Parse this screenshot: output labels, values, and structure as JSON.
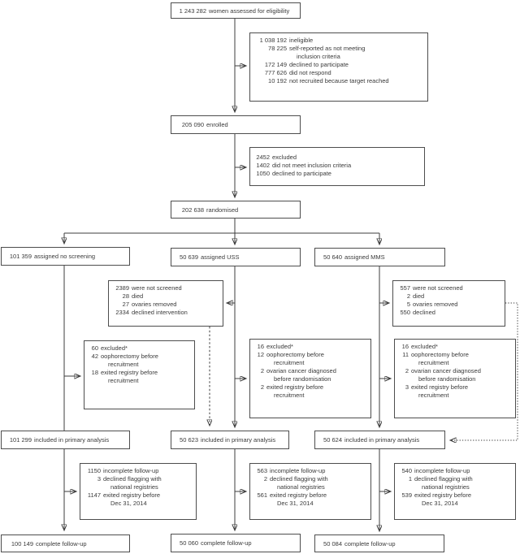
{
  "boxes": {
    "assessed": {
      "lines": [
        {
          "n": "1 243 282",
          "t": "women assessed for eligibility"
        }
      ]
    },
    "ineligible": {
      "lines": [
        {
          "n": "1 038 192",
          "t": "ineligible"
        },
        {
          "n": "78 225",
          "t": "self-reported as not meeting"
        },
        {
          "n": "",
          "t": "inclusion criteria",
          "c": 1
        },
        {
          "n": "172 149",
          "t": "declined to participate"
        },
        {
          "n": "777 626",
          "t": "did not respond"
        },
        {
          "n": "10 192",
          "t": "not recruited because target reached"
        }
      ]
    },
    "enrolled": {
      "lines": [
        {
          "n": "205 090",
          "t": "enrolled"
        }
      ]
    },
    "excluded_enrolled": {
      "lines": [
        {
          "n": "2452",
          "t": "excluded"
        },
        {
          "n": "1402",
          "t": "did not meet inclusion criteria"
        },
        {
          "n": "1050",
          "t": "declined to participate"
        }
      ]
    },
    "randomised": {
      "lines": [
        {
          "n": "202 638",
          "t": "randomised"
        }
      ]
    },
    "arm_none": {
      "lines": [
        {
          "n": "101 359",
          "t": "assigned no screening"
        }
      ]
    },
    "arm_uss": {
      "lines": [
        {
          "n": "50 639",
          "t": "assigned USS"
        }
      ]
    },
    "arm_mms": {
      "lines": [
        {
          "n": "50 640",
          "t": "assigned MMS"
        }
      ]
    },
    "notscreened_uss": {
      "lines": [
        {
          "n": "2389",
          "t": "were not screened"
        },
        {
          "n": "28",
          "t": "died"
        },
        {
          "n": "27",
          "t": "ovaries removed"
        },
        {
          "n": "2334",
          "t": "declined intervention"
        }
      ]
    },
    "notscreened_mms": {
      "lines": [
        {
          "n": "557",
          "t": "were not screened"
        },
        {
          "n": "2",
          "t": "died"
        },
        {
          "n": "5",
          "t": "ovaries removed"
        },
        {
          "n": "550",
          "t": "declined"
        }
      ]
    },
    "excluded_none": {
      "lines": [
        {
          "n": "60",
          "t": "excluded*"
        },
        {
          "n": "42",
          "t": "oophorectomy before"
        },
        {
          "n": "",
          "t": "recruitment",
          "c": 1
        },
        {
          "n": "18",
          "t": "exited registry before"
        },
        {
          "n": "",
          "t": "recruitment",
          "c": 1
        }
      ]
    },
    "excluded_uss": {
      "lines": [
        {
          "n": "16",
          "t": "excluded*"
        },
        {
          "n": "12",
          "t": "oophorectomy before"
        },
        {
          "n": "",
          "t": "recruitment",
          "c": 1
        },
        {
          "n": "2",
          "t": "ovarian cancer diagnosed"
        },
        {
          "n": "",
          "t": "before randomisation",
          "c": 1
        },
        {
          "n": "2",
          "t": "exited registry before"
        },
        {
          "n": "",
          "t": "recruitment",
          "c": 1
        }
      ]
    },
    "excluded_mms": {
      "lines": [
        {
          "n": "16",
          "t": "excluded*"
        },
        {
          "n": "11",
          "t": "oophorectomy before"
        },
        {
          "n": "",
          "t": "recruitment",
          "c": 1
        },
        {
          "n": "2",
          "t": "ovarian cancer diagnosed"
        },
        {
          "n": "",
          "t": "before randomisation",
          "c": 1
        },
        {
          "n": "3",
          "t": "exited registry before"
        },
        {
          "n": "",
          "t": "recruitment",
          "c": 1
        }
      ]
    },
    "included_none": {
      "lines": [
        {
          "n": "101 299",
          "t": "included in primary analysis"
        }
      ]
    },
    "included_uss": {
      "lines": [
        {
          "n": "50 623",
          "t": "included in primary analysis"
        }
      ]
    },
    "included_mms": {
      "lines": [
        {
          "n": "50 624",
          "t": "included in primary analysis"
        }
      ]
    },
    "followup_none": {
      "lines": [
        {
          "n": "1150",
          "t": "incomplete follow-up"
        },
        {
          "n": "3",
          "t": "declined flagging with"
        },
        {
          "n": "",
          "t": "national registries",
          "c": 1
        },
        {
          "n": "1147",
          "t": "exited registry before"
        },
        {
          "n": "",
          "t": "Dec 31, 2014",
          "c": 1
        }
      ]
    },
    "followup_uss": {
      "lines": [
        {
          "n": "563",
          "t": "incomplete follow-up"
        },
        {
          "n": "2",
          "t": "declined flagging with"
        },
        {
          "n": "",
          "t": "national registries",
          "c": 1
        },
        {
          "n": "561",
          "t": "exited registry before"
        },
        {
          "n": "",
          "t": "Dec 31, 2014",
          "c": 1
        }
      ]
    },
    "followup_mms": {
      "lines": [
        {
          "n": "540",
          "t": "incomplete follow-up"
        },
        {
          "n": "1",
          "t": "declined flagging with"
        },
        {
          "n": "",
          "t": "national registries",
          "c": 1
        },
        {
          "n": "539",
          "t": "exited registry before"
        },
        {
          "n": "",
          "t": "Dec 31, 2014",
          "c": 1
        }
      ]
    },
    "complete_none": {
      "lines": [
        {
          "n": "100 149",
          "t": "complete follow-up"
        }
      ]
    },
    "complete_uss": {
      "lines": [
        {
          "n": "50 060",
          "t": "complete follow-up"
        }
      ]
    },
    "complete_mms": {
      "lines": [
        {
          "n": "50 084",
          "t": "complete follow-up"
        }
      ]
    }
  },
  "colors": {
    "line": "#3c3c3c",
    "border": "#4d4d4d",
    "text": "#3a3a3a",
    "background": "#ffffff"
  }
}
